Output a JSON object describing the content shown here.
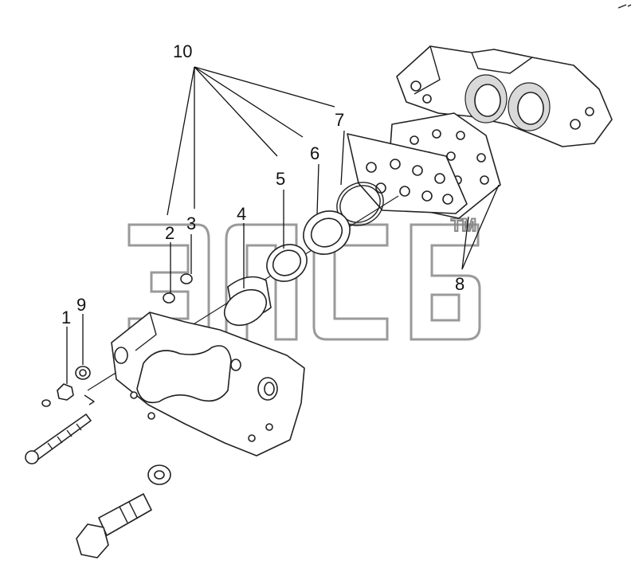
{
  "callouts": [
    {
      "id": "1",
      "text": "1"
    },
    {
      "id": "2",
      "text": "2"
    },
    {
      "id": "3",
      "text": "3"
    },
    {
      "id": "4",
      "text": "4"
    },
    {
      "id": "5",
      "text": "5"
    },
    {
      "id": "6",
      "text": "6"
    },
    {
      "id": "7",
      "text": "7"
    },
    {
      "id": "8",
      "text": "8"
    },
    {
      "id": "9",
      "text": "9"
    },
    {
      "id": "10",
      "text": "10"
    }
  ],
  "watermark": {
    "logo_text": "ЭЛСБ",
    "trademark": "TM"
  }
}
